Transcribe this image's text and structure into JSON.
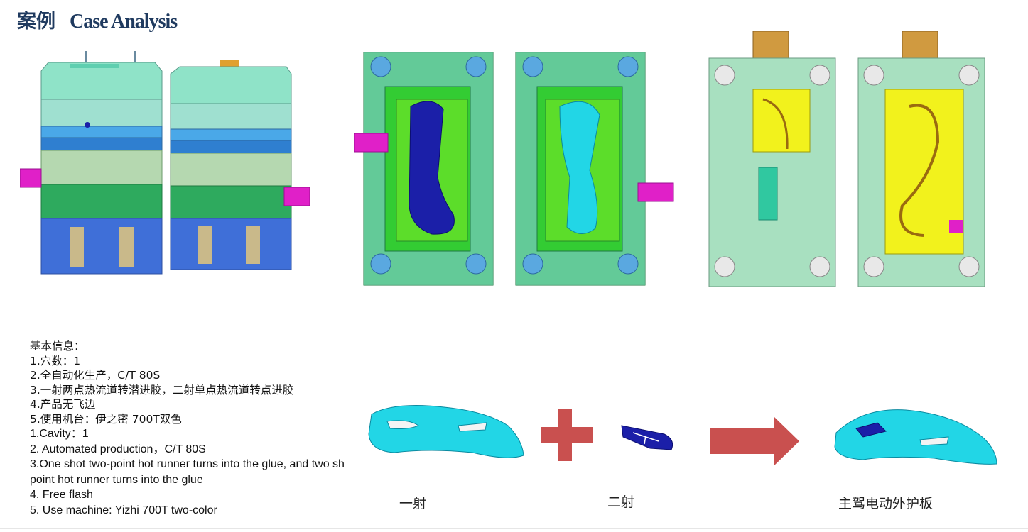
{
  "header": {
    "title_cn": "案例",
    "title_en": "Case Analysis"
  },
  "info": {
    "heading": "基本信息：",
    "lines_cn": [
      "1.穴数：1",
      "2.全自动化生产，C/T 80S",
      "3.一射两点热流道转潜进胶，二射单点热流道转点进胶",
      "4.产品无飞边",
      "5.使用机台：伊之密 700T双色"
    ],
    "lines_en": [
      "1.Cavity：1",
      "2. Automated production，C/T 80S",
      "3.One shot two-point hot runner turns into the glue, and two sh",
      "point hot runner turns into the glue",
      "4. Free flash",
      "5. Use machine: Yizhi 700T two-color"
    ]
  },
  "process": {
    "first_shot": "一射",
    "second_shot": "二射",
    "final_product": "主驾电动外护板"
  },
  "colors": {
    "title": "#1f3a5f",
    "mold_green": "#22b14c",
    "mold_aqua": "#8fe3c8",
    "mold_blue": "#2f5fc4",
    "part_cyan": "#22d6e6",
    "part_navy": "#1b1fa8",
    "insert_yellow": "#f2f21c",
    "connector_magenta": "#e020c8",
    "plus_red": "#c9504f",
    "arrow_red": "#c9504f"
  }
}
